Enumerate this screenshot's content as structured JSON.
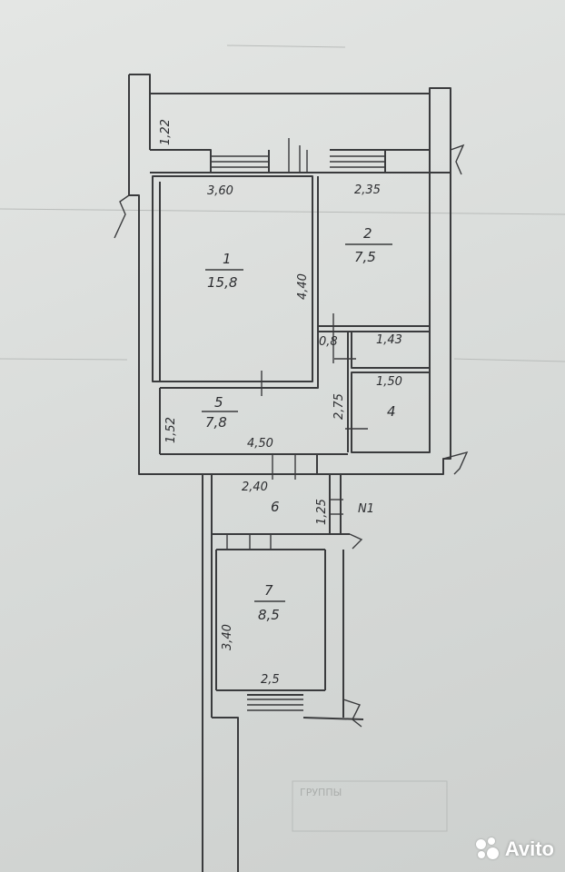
{
  "rooms": [
    {
      "number": "1",
      "area": "15,8"
    },
    {
      "number": "2",
      "area": "7,5"
    },
    {
      "number": "4",
      "area": ""
    },
    {
      "number": "5",
      "area": "7,8"
    },
    {
      "number": "6",
      "area": ""
    },
    {
      "number": "7",
      "area": "8,5"
    }
  ],
  "dimensions": {
    "d122": "1,22",
    "d360": "3,60",
    "d235": "2,35",
    "d440": "4,40",
    "d08": "0,8",
    "d143": "1,43",
    "d150": "1,50",
    "d275": "2,75",
    "d152": "1,52",
    "d450": "4,50",
    "d240": "2,40",
    "d125": "1,25",
    "d340": "3,40",
    "d25": "2,5"
  },
  "marks": {
    "n1": "N1"
  },
  "stamp": {
    "text": "ГРУППЫ"
  },
  "watermark": {
    "brand": "Avito"
  }
}
